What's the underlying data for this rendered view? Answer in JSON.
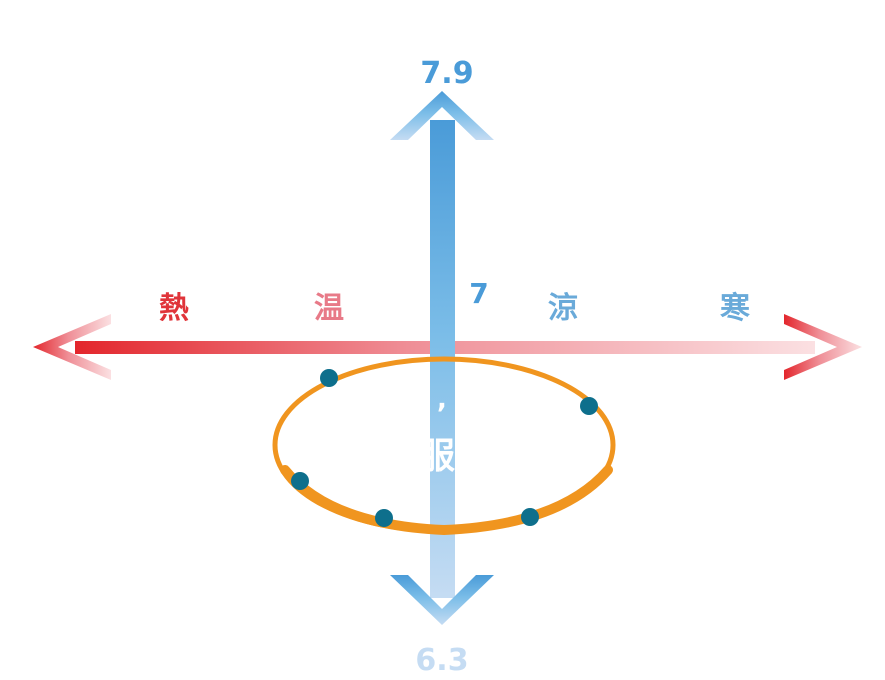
{
  "vertical_axis": {
    "top_value": "7.9",
    "bottom_value": "6.3",
    "mid_value": "7",
    "top_color": "#4a9bd8",
    "bottom_color": "#c5dcf3"
  },
  "horizontal_axis": {
    "labels": [
      {
        "text": "熱",
        "color": "#e0343a"
      },
      {
        "text": "温",
        "color": "#e87a88"
      },
      {
        "text": "涼",
        "color": "#6aaad9"
      },
      {
        "text": "寒",
        "color": "#6aaad9"
      }
    ],
    "left_color": "#e3262c",
    "right_color": "#fbe0e2"
  },
  "ring": {
    "color": "#f0951f",
    "marker_color": "#0e6f8c",
    "center_text": "服"
  }
}
